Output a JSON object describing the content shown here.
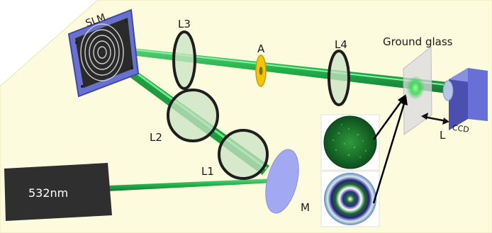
{
  "labels": {
    "slm": "SLM",
    "l3": "L3",
    "l4": "L4",
    "aperture": "A",
    "ground_glass": "Ground glass",
    "l2": "L2",
    "l1": "L1",
    "laser": "532nm",
    "mirror": "M",
    "distance": "L",
    "ccd": "CCD"
  },
  "colors": {
    "table": "#fdfbdd",
    "beam": "#22b14c",
    "beam_dark": "#17803a",
    "lens_fill": "#c9e3c4",
    "lens_rim": "#1e1e1e",
    "aperture": "#f3c60b",
    "mirror": "#a3a8f2",
    "ccd": "#6870d8",
    "laser_body": "#2f2f2f"
  },
  "icons": {
    "slm": "spatial-light-modulator-icon",
    "laser": "laser-source-icon",
    "ccd": "ccd-camera-icon",
    "mirror": "mirror-icon"
  }
}
